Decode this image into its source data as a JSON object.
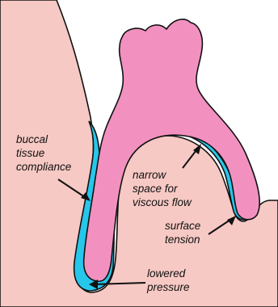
{
  "colors": {
    "tissue": "#f7c9c4",
    "tooth": "#f291bf",
    "fluid": "#26c7ea",
    "outline": "#111111",
    "background": "#ffffff"
  },
  "labels": {
    "buccal_tissue_compliance": [
      "buccal",
      "tissue",
      "compliance"
    ],
    "narrow_space": [
      "narrow",
      "space for",
      "viscous flow"
    ],
    "surface_tension": [
      "surface",
      "tension"
    ],
    "lowered_pressure": [
      "lowered",
      "pressure"
    ]
  }
}
